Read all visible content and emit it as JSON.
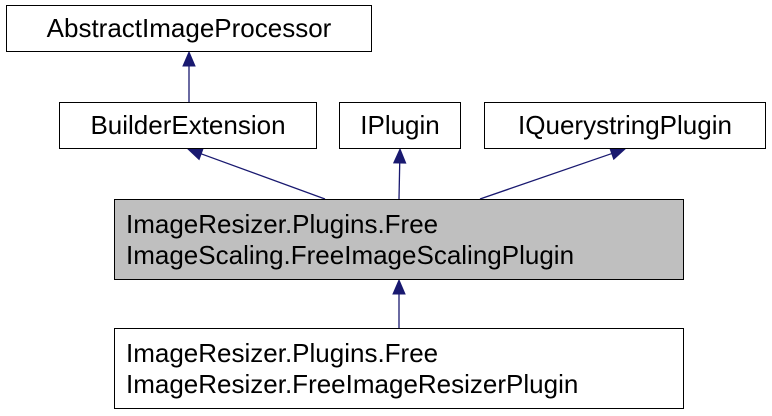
{
  "colors": {
    "edge": "#191970",
    "node_border": "#000000",
    "node_fill": "#ffffff",
    "focus_fill": "#bfbfbf"
  },
  "nodes": {
    "abstract_image_processor": {
      "lines": [
        "AbstractImageProcessor"
      ]
    },
    "builder_extension": {
      "lines": [
        "BuilderExtension"
      ]
    },
    "iplugin": {
      "lines": [
        "IPlugin"
      ]
    },
    "iquerystring_plugin": {
      "lines": [
        "IQuerystringPlugin"
      ]
    },
    "free_image_scaling_plugin": {
      "lines": [
        "ImageResizer.Plugins.Free",
        "ImageScaling.FreeImageScalingPlugin"
      ]
    },
    "free_image_resizer_plugin": {
      "lines": [
        "ImageResizer.Plugins.Free",
        "ImageResizer.FreeImageResizerPlugin"
      ]
    }
  },
  "edges": [
    {
      "from": "builder_extension",
      "to": "abstract_image_processor"
    },
    {
      "from": "free_image_scaling_plugin",
      "to": "builder_extension"
    },
    {
      "from": "free_image_scaling_plugin",
      "to": "iplugin"
    },
    {
      "from": "free_image_scaling_plugin",
      "to": "iquerystring_plugin"
    },
    {
      "from": "free_image_resizer_plugin",
      "to": "free_image_scaling_plugin"
    }
  ]
}
